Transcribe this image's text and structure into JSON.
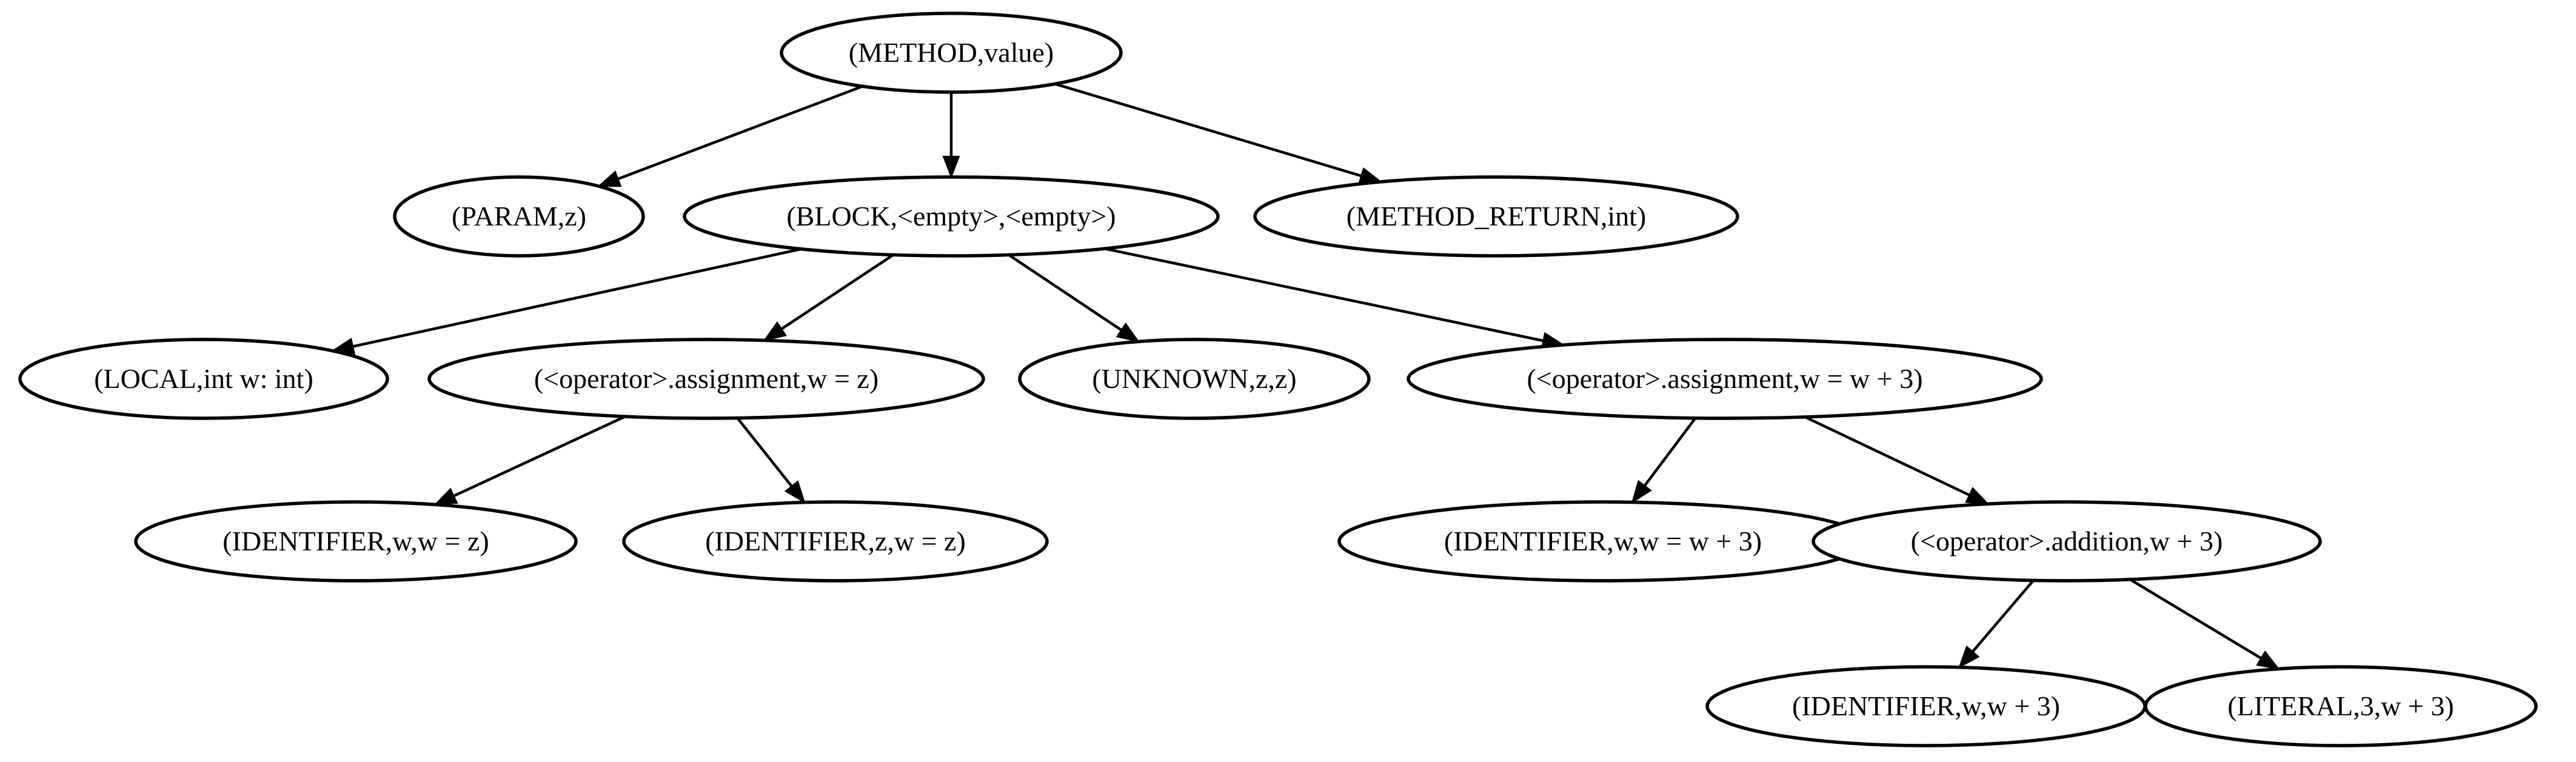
{
  "graph": {
    "nodes": [
      {
        "id": "method",
        "label": "(METHOD,value)"
      },
      {
        "id": "param",
        "label": "(PARAM,z)"
      },
      {
        "id": "block",
        "label": "(BLOCK,<empty>,<empty>)"
      },
      {
        "id": "method_return",
        "label": "(METHOD_RETURN,int)"
      },
      {
        "id": "local",
        "label": "(LOCAL,int w: int)"
      },
      {
        "id": "assign1",
        "label": "(<operator>.assignment,w = z)"
      },
      {
        "id": "unknown",
        "label": "(UNKNOWN,z,z)"
      },
      {
        "id": "assign2",
        "label": "(<operator>.assignment,w = w + 3)"
      },
      {
        "id": "ident_w1",
        "label": "(IDENTIFIER,w,w = z)"
      },
      {
        "id": "ident_z",
        "label": "(IDENTIFIER,z,w = z)"
      },
      {
        "id": "ident_w2",
        "label": "(IDENTIFIER,w,w = w + 3)"
      },
      {
        "id": "addition",
        "label": "(<operator>.addition,w + 3)"
      },
      {
        "id": "ident_w3",
        "label": "(IDENTIFIER,w,w + 3)"
      },
      {
        "id": "literal",
        "label": "(LITERAL,3,w + 3)"
      }
    ],
    "edges": [
      {
        "from": "method",
        "to": "param"
      },
      {
        "from": "method",
        "to": "block"
      },
      {
        "from": "method",
        "to": "method_return"
      },
      {
        "from": "block",
        "to": "local"
      },
      {
        "from": "block",
        "to": "assign1"
      },
      {
        "from": "block",
        "to": "unknown"
      },
      {
        "from": "block",
        "to": "assign2"
      },
      {
        "from": "assign1",
        "to": "ident_w1"
      },
      {
        "from": "assign1",
        "to": "ident_z"
      },
      {
        "from": "assign2",
        "to": "ident_w2"
      },
      {
        "from": "assign2",
        "to": "addition"
      },
      {
        "from": "addition",
        "to": "ident_w3"
      },
      {
        "from": "addition",
        "to": "literal"
      }
    ]
  }
}
